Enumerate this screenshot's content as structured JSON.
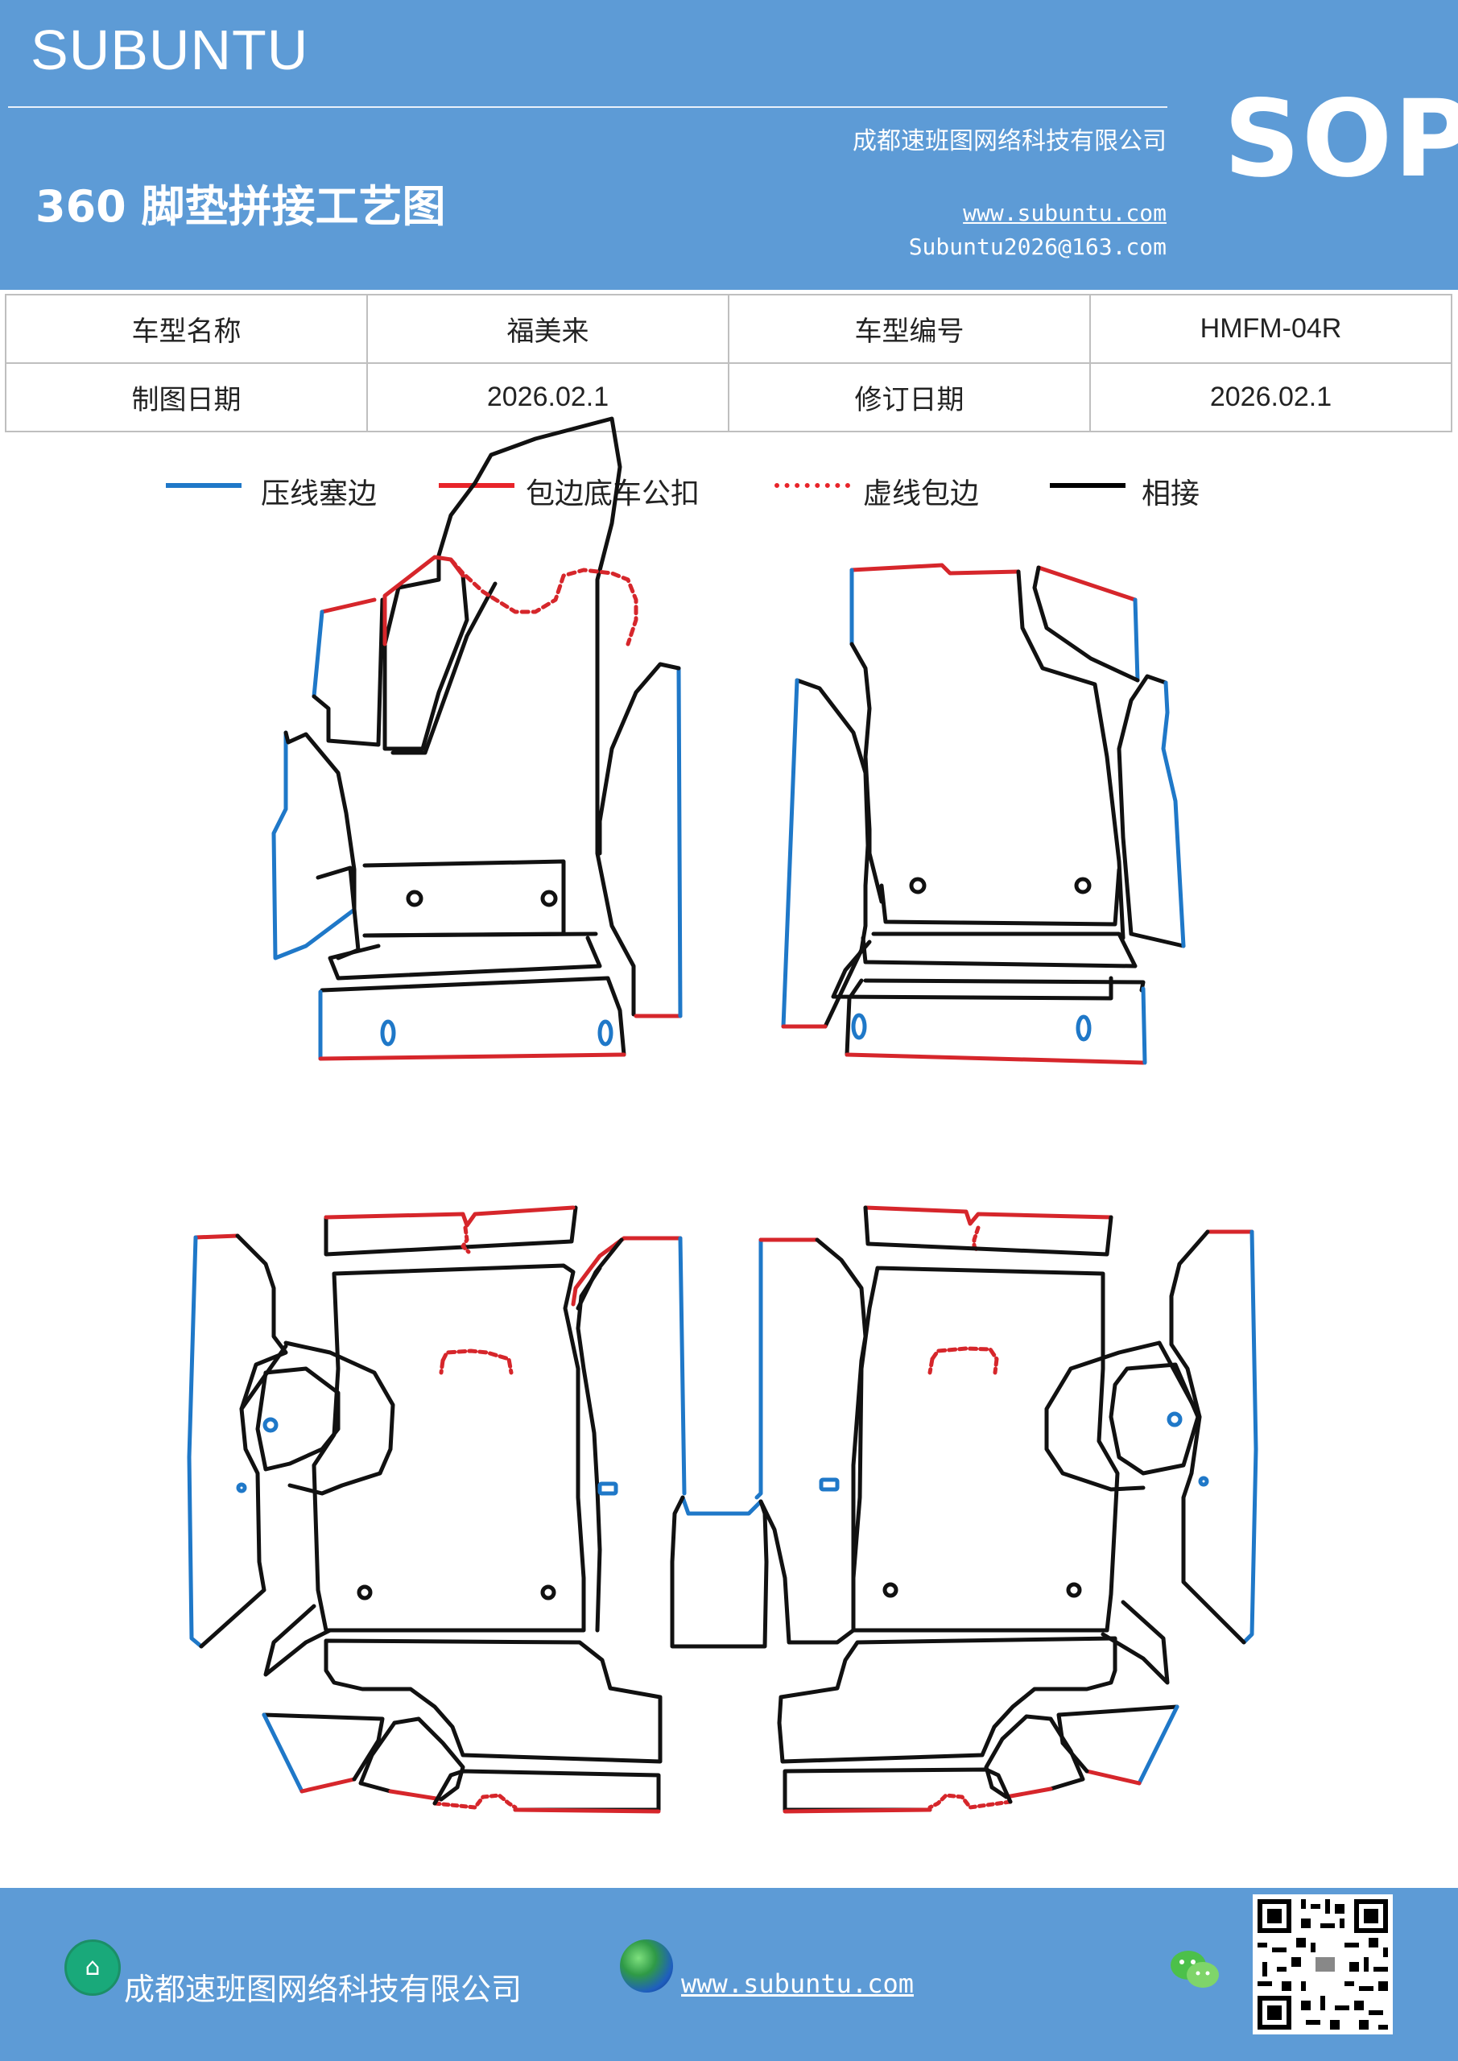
{
  "header": {
    "brand": "SUBUNTU",
    "title": "360 脚垫拼接工艺图",
    "company": "成都速班图网络科技有限公司",
    "website": "www.subuntu.com",
    "email": "Subuntu2026@163.com",
    "sop": "SOP"
  },
  "info_table": {
    "rows": [
      [
        "车型名称",
        "福美来",
        "车型编号",
        "HMFM-04R"
      ],
      [
        "制图日期",
        "2026.02.1",
        "修订日期",
        "2026.02.1"
      ]
    ]
  },
  "legend": [
    {
      "label": "压线塞边",
      "color": "#1f78c8",
      "style": "solid"
    },
    {
      "label": "包边底车公扣",
      "color": "#e8242a",
      "style": "solid"
    },
    {
      "label": "虚线包边",
      "color": "#e8242a",
      "style": "dotted"
    },
    {
      "label": "相接",
      "color": "#000000",
      "style": "solid"
    }
  ],
  "colors": {
    "header_bg": "#5d9bd6",
    "blue_line": "#1f78c8",
    "red_line": "#d6262b",
    "black_line": "#111111"
  },
  "footer": {
    "company": "成都速班图网络科技有限公司",
    "website": "www.subuntu.com",
    "icons": [
      "company-icon",
      "globe-icon",
      "wechat-icon",
      "qr-code"
    ]
  }
}
